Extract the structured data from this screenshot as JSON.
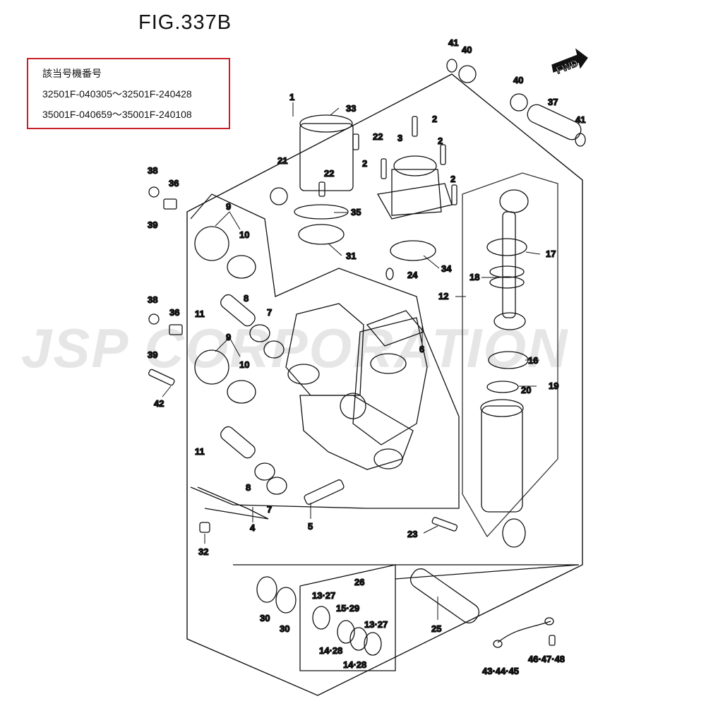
{
  "figure": {
    "title": "FIG.337B"
  },
  "serial_info": {
    "title": "該当号機番号",
    "ranges": [
      "32501F-040305～32501F-240428",
      "35001F-040659～35001F-240108"
    ]
  },
  "watermark": "JSP CORPORATION",
  "direction_label": "FWD",
  "callouts": [
    "1",
    "2",
    "2",
    "2",
    "2",
    "3",
    "4",
    "5",
    "6",
    "7",
    "7",
    "8",
    "8",
    "9",
    "9",
    "10",
    "10",
    "11",
    "11",
    "12",
    "13·27",
    "13·27",
    "14·28",
    "14·28",
    "15·29",
    "16",
    "17",
    "18",
    "19",
    "20",
    "21",
    "22",
    "22",
    "23",
    "24",
    "25",
    "26",
    "30",
    "30",
    "31",
    "32",
    "33",
    "34",
    "35",
    "36",
    "36",
    "37",
    "38",
    "38",
    "39",
    "39",
    "40",
    "40",
    "41",
    "41",
    "42",
    "43·44·45",
    "46·47·48"
  ]
}
